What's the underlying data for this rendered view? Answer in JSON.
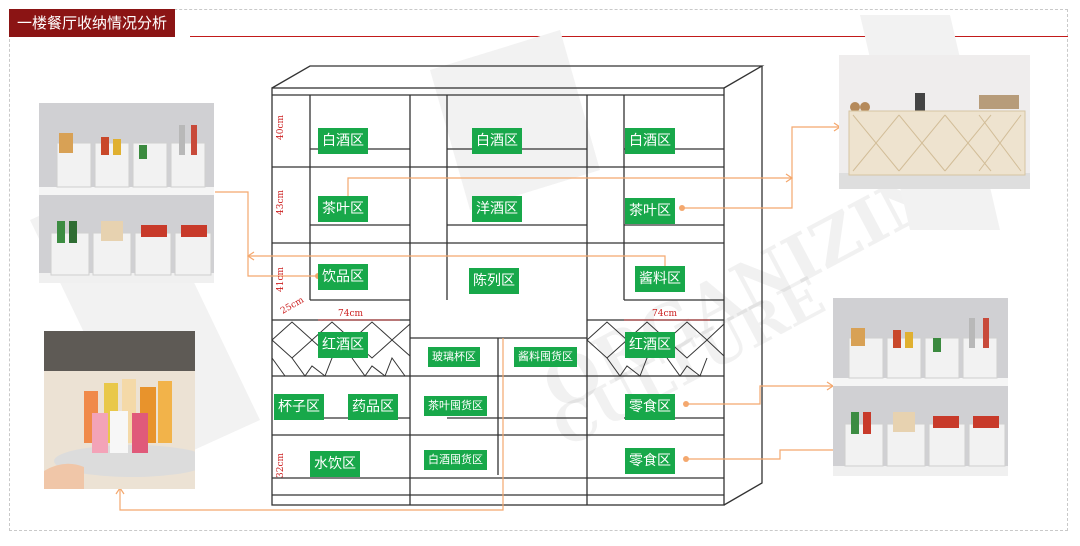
{
  "title": "一楼餐厅收纳情况分析",
  "watermark": {
    "line1": "ORGANIZING",
    "line2": "CULTURE"
  },
  "zones": {
    "baijiu_1": "白酒区",
    "baijiu_2": "白酒区",
    "baijiu_3": "白酒区",
    "chaye_1": "茶叶区",
    "yangjiu": "洋酒区",
    "chaye_2": "茶叶区",
    "yinpin": "饮品区",
    "chenlie": "陈列区",
    "jiangliao": "酱料区",
    "hongjiu_1": "红酒区",
    "boli": "玻璃杯区",
    "jiangliao_tun": "酱料囤货区",
    "hongjiu_2": "红酒区",
    "beizi": "杯子区",
    "yaopin": "药品区",
    "chaye_tun": "茶叶囤货区",
    "lingshi_1": "零食区",
    "shuiyin": "水饮区",
    "baijiu_tun": "白酒囤货区",
    "lingshi_2": "零食区"
  },
  "measurements": {
    "h40": "40cm",
    "h43": "43cm",
    "h41": "41cm",
    "d25": "25cm",
    "w74_left": "74cm",
    "w74_right": "74cm",
    "h32": "32cm"
  },
  "colors": {
    "zone_green": "#18a84a",
    "connector": "#f4a86e",
    "title_bg": "#8b1414",
    "measure": "#cc1f1f"
  }
}
